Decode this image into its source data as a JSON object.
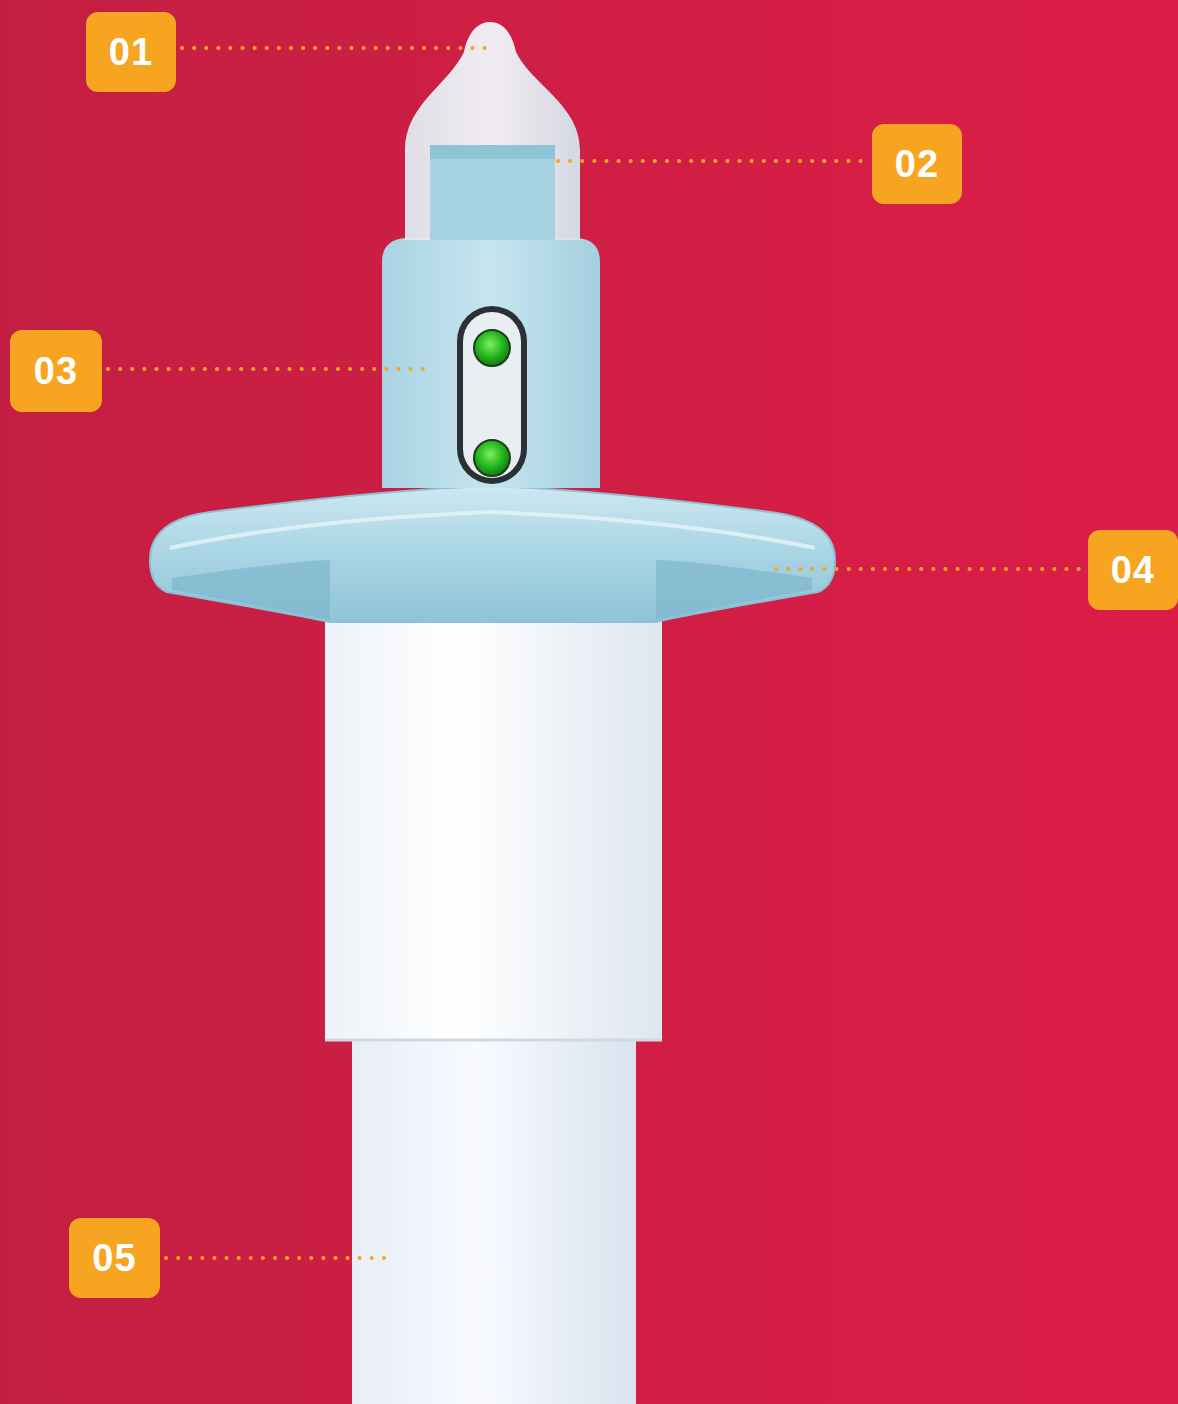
{
  "diagram": {
    "labels": [
      "01",
      "02",
      "03",
      "04",
      "05"
    ]
  }
}
